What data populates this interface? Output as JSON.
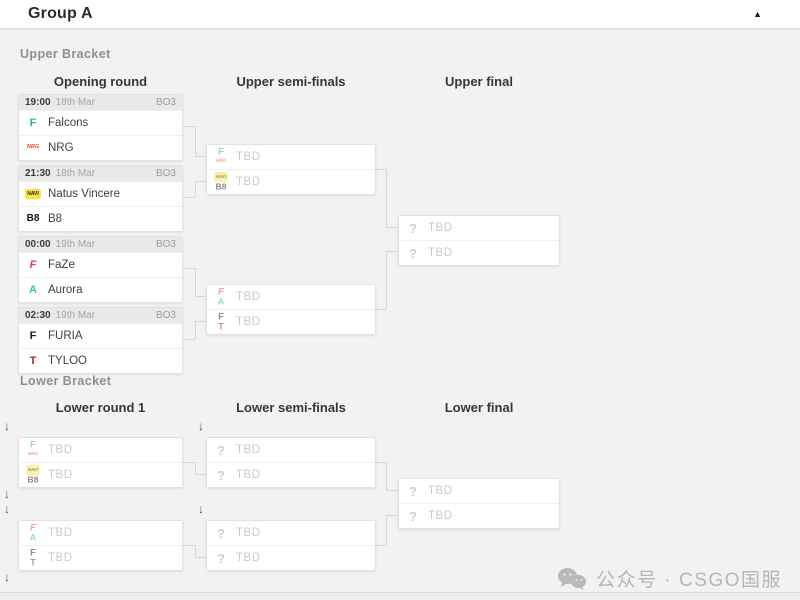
{
  "header": {
    "title": "Group A",
    "collapse_glyph": "▲"
  },
  "icons": {
    "drop_arrow": "↓"
  },
  "upper_bracket": {
    "label": "Upper Bracket",
    "columns": [
      "Opening round",
      "Upper semi-finals",
      "Upper final"
    ],
    "opening_round": [
      {
        "time": "19:00",
        "date": "18th Mar",
        "format": "BO3",
        "team1": "Falcons",
        "team2": "NRG"
      },
      {
        "time": "21:30",
        "date": "18th Mar",
        "format": "BO3",
        "team1": "Natus Vincere",
        "team2": "B8"
      },
      {
        "time": "00:00",
        "date": "19th Mar",
        "format": "BO3",
        "team1": "FaZe",
        "team2": "Aurora"
      },
      {
        "time": "02:30",
        "date": "19th Mar",
        "format": "BO3",
        "team1": "FURIA",
        "team2": "TYLOO"
      }
    ],
    "semi_finals": [
      {
        "slot1": "TBD",
        "slot2": "TBD"
      },
      {
        "slot1": "TBD",
        "slot2": "TBD"
      }
    ],
    "final": {
      "slot1": "TBD",
      "slot2": "TBD"
    }
  },
  "lower_bracket": {
    "label": "Lower Bracket",
    "columns": [
      "Lower round 1",
      "Lower semi-finals",
      "Lower final"
    ],
    "round1": [
      {
        "slot1": "TBD",
        "slot2": "TBD"
      },
      {
        "slot1": "TBD",
        "slot2": "TBD"
      }
    ],
    "semi_finals": [
      {
        "slot1": "TBD",
        "slot2": "TBD"
      },
      {
        "slot1": "TBD",
        "slot2": "TBD"
      }
    ],
    "final": {
      "slot1": "TBD",
      "slot2": "TBD"
    }
  },
  "watermark": {
    "icon": "wechat-icon",
    "text": "公众号 · CSGO国服"
  },
  "logos": {
    "falcons": {
      "glyph": "F",
      "color": "#2eb873"
    },
    "nrg": {
      "glyph": "NRG",
      "color": "#e8432c",
      "size": "5.5px",
      "italic": true
    },
    "navi": {
      "glyph": "NAVI",
      "color": "#26260a",
      "bg": "#f5e44b",
      "size": "5px"
    },
    "b8": {
      "glyph": "B8",
      "color": "#141414",
      "size": "10px"
    },
    "faze": {
      "glyph": "F",
      "color": "#e43b4e",
      "italic": true
    },
    "aurora": {
      "glyph": "A",
      "color": "#32c3a5"
    },
    "furia": {
      "glyph": "F",
      "color": "#1c1c1c"
    },
    "tyloo": {
      "glyph": "T",
      "color": "#9e2b22"
    },
    "question": {
      "glyph": "?",
      "color": "#cfcfcf",
      "size": "13px"
    }
  }
}
